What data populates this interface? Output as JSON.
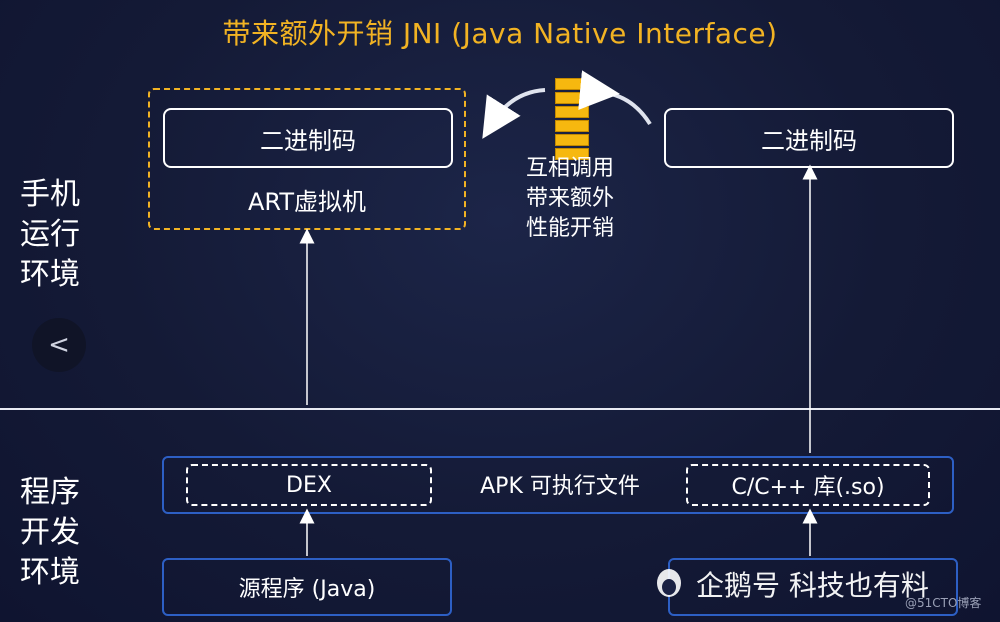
{
  "title": "带来额外开销  JNI  (Java Native Interface)",
  "runtime_label": [
    "手机",
    "运行",
    "环境"
  ],
  "devenv_label": [
    "程序",
    "开发",
    "环境"
  ],
  "art_box": {
    "binary_label": "二进制码",
    "vm_label": "ART虚拟机"
  },
  "native_binary_label": "二进制码",
  "jni_note": [
    "互相调用",
    "带来额外",
    "性能开销"
  ],
  "apk": {
    "label": "APK 可执行文件",
    "dex_label": "DEX",
    "so_label": "C/C++ 库(.so)"
  },
  "source": {
    "java_label": "源程序 (Java)",
    "native_label": ""
  },
  "back_button": "<",
  "watermark": "企鹅号 科技也有料",
  "watermark_small": "@51CTO博客",
  "colors": {
    "accent": "#f2b323",
    "border_blue": "#2d5fc4",
    "background": "#151b38"
  },
  "icons": [
    "back-chevron-icon",
    "curved-arrow-icon",
    "stack-icon",
    "up-arrow-icon",
    "penguin-icon"
  ]
}
